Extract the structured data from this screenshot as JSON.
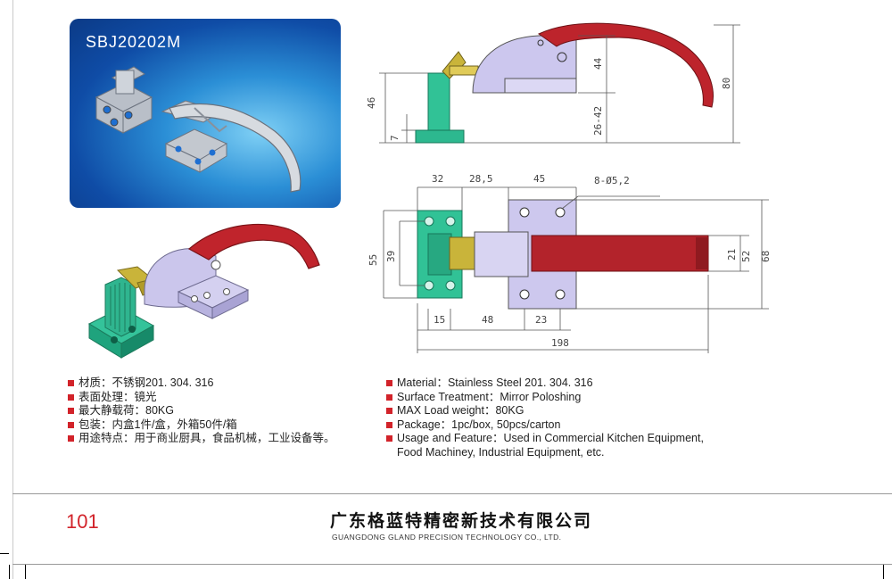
{
  "product": {
    "model_code": "SBJ20202M"
  },
  "drawing": {
    "side_view": {
      "dim_44": "44",
      "dim_80": "80",
      "dim_46": "46",
      "dim_7": "7",
      "dim_26_42": "26-42"
    },
    "top_view": {
      "dim_32": "32",
      "dim_28_5": "28,5",
      "dim_45": "45",
      "hole_spec": "8-Ø5,2",
      "dim_55": "55",
      "dim_39": "39",
      "dim_21": "21",
      "dim_52": "52",
      "dim_68": "68",
      "dim_15": "15",
      "dim_48": "48",
      "dim_23": "23",
      "dim_198": "198"
    }
  },
  "specs_cn": [
    "材质：不锈钢201. 304. 316",
    "表面处理：镜光",
    "最大静载荷：80KG",
    "包装：内盒1件/盒，外箱50件/箱",
    "用途特点：用于商业厨具，食品机械，工业设备等。"
  ],
  "specs_en": [
    "Material：Stainless Steel 201. 304. 316",
    "Surface Treatment：Mirror Poloshing",
    "MAX Load weight：80KG",
    "Package：1pc/box,  50pcs/carton",
    "Usage and Feature：Used in Commercial Kitchen Equipment,"
  ],
  "specs_en_continuation": "Food Machiney, Industrial Equipment, etc.",
  "footer": {
    "page_number": "101",
    "company_cn": "广东格蓝特精密新技术有限公司",
    "company_en": "GUANGDONG GLAND PRECISION TECHNOLOGY CO., LTD."
  },
  "colors": {
    "accent_red": "#d2232a",
    "handle_red": "#b8232b",
    "keeper_green": "#2db88f",
    "tongue_yellow": "#c9b43a",
    "body_lavender": "#c9c4ea"
  }
}
